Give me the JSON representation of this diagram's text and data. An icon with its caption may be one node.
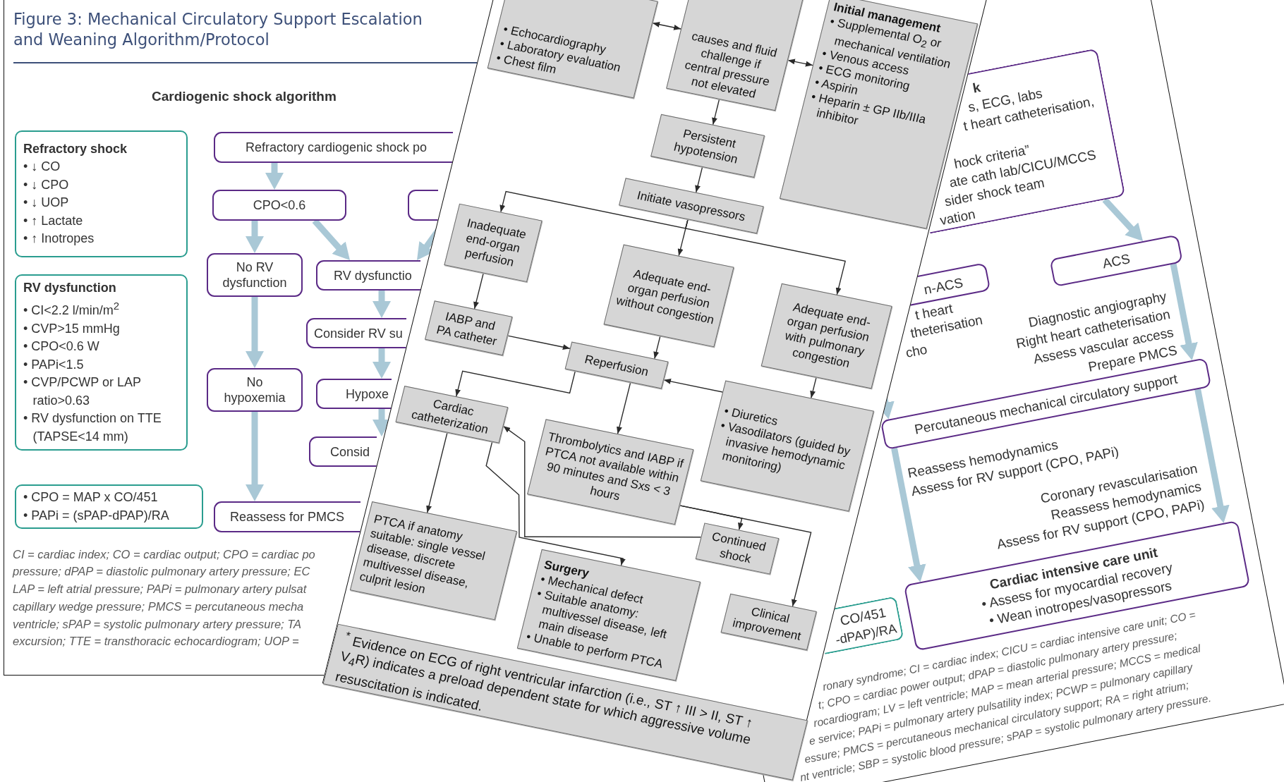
{
  "diagram": {
    "title": "Figure 3: Mechanical Circulatory Support Escalation and Weaning Algorithm/Protocol",
    "nodes": [
      {
        "text": [
          "Refractory shock",
          "• ↓ CO",
          "• ↓ CPO",
          "• ↓ UOP",
          "• ↑ Lactate",
          "• ↑ Inotropes"
        ]
      },
      {
        "text": [
          "RV dysfunction",
          "• CI<2.2 l/min/m$^{2}$",
          "• CVP>15 mmHg",
          "• CPO<0.6 W",
          "• PAPi<1.5",
          "• CVP/PCWP or LAP ratio>0.63",
          "• RV dysfunction on TTE (TAPSE<14 mm)"
        ]
      },
      {
        "text": [
          "• CPO = MAP x CO/451",
          "• PAPi = (sPAP-dPAP)/RA"
        ]
      },
      {
        "text": [
          "Refractory cardiogenic shock po"
        ]
      },
      {
        "text": [
          "CPO<0.6"
        ]
      },
      {
        "text": [],
        "shape": "box"
      },
      {
        "text": [
          "No RV dysfunction"
        ]
      },
      {
        "text": [
          "RV dysfunctio"
        ]
      },
      {
        "text": [
          "Consider RV su"
        ]
      },
      {
        "text": [
          "No hypoxemia"
        ]
      },
      {
        "text": [
          "Hypoxe"
        ]
      },
      {
        "text": [
          "Consid"
        ]
      },
      {
        "text": [
          "Reassess for PMCS"
        ]
      },
      {
        "text": [
          "• Echocardiography",
          "• Laboratory evaluation",
          "• Chest film"
        ]
      },
      {
        "text": [
          "causes and fluid challenge if central pressure not elevated"
        ]
      },
      {
        "text": [
          "Initial management",
          "• Supplemental O$_{2}$ or mechanical ventilation",
          "• Venous access",
          "• ECG monitoring",
          "• Aspirin",
          "• Heparin ± GP IIb/IIIa inhibitor"
        ]
      },
      {
        "text": [
          "Persistent hypotension"
        ]
      },
      {
        "text": [
          "Initiate vasopressors"
        ]
      },
      {
        "text": [
          "Inadequate end-organ perfusion"
        ]
      },
      {
        "text": [
          "Adequate end-organ perfusion without congestion"
        ]
      },
      {
        "text": [
          "Adequate end-organ perfusion with pulmonary congestion"
        ]
      },
      {
        "text": [
          "IABP and PA catheter"
        ]
      },
      {
        "text": [
          "Reperfusion"
        ]
      },
      {
        "text": [
          "• Diuretics",
          "• Vasodilators (guided by invasive hemodynamic monitoring)"
        ]
      },
      {
        "text": [
          "Cardiac catheterization"
        ]
      },
      {
        "text": [
          "Thrombolytics and IABP if PTCA not available within 90 minutes and Sxs < 3 hours"
        ]
      },
      {
        "text": [
          "Continued shock"
        ]
      },
      {
        "text": [
          "Clinical improvement"
        ]
      },
      {
        "text": [
          "PTCA if anatomy suitable: single vessel disease, discrete multivessel disease, culprit lesion"
        ]
      },
      {
        "text": [
          "Surgery",
          "• Mechanical defect",
          "• Suitable anatomy: multivessel disease, left main disease",
          "• Unable to perform PTCA"
        ]
      },
      {
        "text": [
          "$^{*}$ Evidence on ECG of right ventricular infarction (i.e., ST ↑ III > II, ST ↑ V$_{4}$R) indicates a preload dependent state for which aggressive volume resuscitation is indicated."
        ]
      },
      {
        "text": [
          "k",
          "s, ECG, labs",
          "t heart catheterisation,",
          "hock criteria”",
          "ate cath lab/CICU/MCCS",
          "sider shock team",
          "vation"
        ]
      },
      {
        "text": [
          "n-ACS"
        ]
      },
      {
        "text": [
          "ACS"
        ]
      },
      {
        "text": [
          "Percutaneous mechanical circulatory support"
        ]
      },
      {
        "text": [
          "Cardiac intensive care unit",
          "• Assess for myocardial recovery",
          "• Wean inotropes/vasopressors"
        ]
      },
      {
        "text": [
          "CO/451",
          "-dPAP)/RA"
        ]
      }
    ],
    "edges": [
      {
        "from": 3,
        "to": 4,
        "arrow": "to",
        "style": "thick",
        "color": "#a9c8d6"
      },
      {
        "from": 4,
        "to": 6,
        "arrow": "to",
        "style": "thick",
        "color": "#a9c8d6"
      },
      {
        "from": 4,
        "to": 7,
        "arrow": "to",
        "style": "thick",
        "color": "#a9c8d6"
      },
      {
        "from": 5,
        "to": 7,
        "arrow": "to",
        "style": "thick",
        "color": "#a9c8d6"
      },
      {
        "from": 6,
        "to": 9,
        "arrow": "to",
        "style": "thick",
        "color": "#a9c8d6"
      },
      {
        "from": 7,
        "to": 8,
        "arrow": "to",
        "style": "thick",
        "color": "#a9c8d6"
      },
      {
        "from": 8,
        "to": 10,
        "arrow": "to",
        "style": "thick",
        "color": "#a9c8d6"
      },
      {
        "from": 10,
        "to": 11,
        "arrow": "to",
        "style": "thick",
        "color": "#a9c8d6"
      },
      {
        "from": 9,
        "to": 12,
        "arrow": "to",
        "style": "thick",
        "color": "#a9c8d6"
      },
      {
        "from": 13,
        "to": 14,
        "arrow": "both"
      },
      {
        "from": 14,
        "to": 15,
        "arrow": "both"
      },
      {
        "from": 14,
        "to": 16,
        "arrow": "to"
      },
      {
        "from": 16,
        "to": 17,
        "arrow": "to"
      },
      {
        "from": 17,
        "to": 18,
        "arrow": "to"
      },
      {
        "from": 17,
        "to": 19,
        "arrow": "to"
      },
      {
        "from": 17,
        "to": 20,
        "arrow": "to"
      },
      {
        "from": 18,
        "to": 21,
        "arrow": "to"
      },
      {
        "from": 21,
        "to": 22,
        "arrow": "to"
      },
      {
        "from": 19,
        "to": 22,
        "arrow": "to"
      },
      {
        "from": 20,
        "to": 23,
        "arrow": "to"
      },
      {
        "from": 23,
        "to": 22,
        "arrow": "to"
      },
      {
        "from": 22,
        "to": 24,
        "arrow": "to"
      },
      {
        "from": 22,
        "to": 25,
        "arrow": "to"
      },
      {
        "from": 25,
        "to": 26,
        "arrow": "to"
      },
      {
        "from": 25,
        "to": 27,
        "arrow": "to"
      },
      {
        "from": 26,
        "to": 24,
        "arrow": "to"
      },
      {
        "from": 24,
        "to": 28,
        "arrow": "to"
      },
      {
        "from": 24,
        "to": 29,
        "arrow": "to"
      },
      {
        "from": 31,
        "to": 33,
        "arrow": "to",
        "style": "thick",
        "color": "#a9c8d6"
      },
      {
        "from": 33,
        "to": 34,
        "arrow": "to",
        "style": "thick",
        "color": "#a9c8d6"
      },
      {
        "from": null,
        "to": 34,
        "arrow": "to",
        "style": "thick",
        "color": "#a9c8d6"
      },
      {
        "from": 34,
        "to": 35,
        "arrow": "to",
        "style": "thick",
        "color": "#a9c8d6"
      },
      {
        "from": 34,
        "to": 35,
        "arrow": "to",
        "style": "thick",
        "color": "#a9c8d6"
      }
    ],
    "labels": [
      "Cardiogenic shock algorithm",
      "CI = cardiac index; CO = cardiac output; CPO = cardiac po",
      "pressure; dPAP = diastolic pulmonary artery pressure; EC",
      "LAP = left atrial pressure; PAPi = pulmonary artery pulsat",
      "capillary wedge pressure; PMCS = percutaneous mecha",
      "ventricle; sPAP = systolic pulmonary artery pressure; TA",
      "excursion; TTE = transthoracic echocardiogram; UOP =",
      "t heart",
      "theterisation",
      "cho",
      "Diagnostic angiography",
      "Right heart catheterisation",
      "Assess vascular access",
      "Prepare PMCS",
      "Reassess hemodynamics",
      "Assess for RV support (CPO, PAPi)",
      "Coronary revascularisation",
      "Reassess hemodynamics",
      "Assess for RV support (CPO, PAPi)",
      "ronary syndrome; CI = cardiac index; CICU = cardiac intensive care unit; CO =",
      "t; CPO = cardiac power output; dPAP = diastolic pulmonary artery pressure;",
      "rocardiogram; LV = left ventricle; MAP = mean arterial pressure; MCCS = medical",
      "e service; PAPi = pulmonary artery pulsatility index; PCWP = pulmonary capillary",
      "essure; PMCS = percutaneous mechanical circulatory support; RA = right atrium;",
      "nt ventricle; SBP = systolic blood pressure; sPAP = systolic pulmonary artery pressure."
    ]
  }
}
